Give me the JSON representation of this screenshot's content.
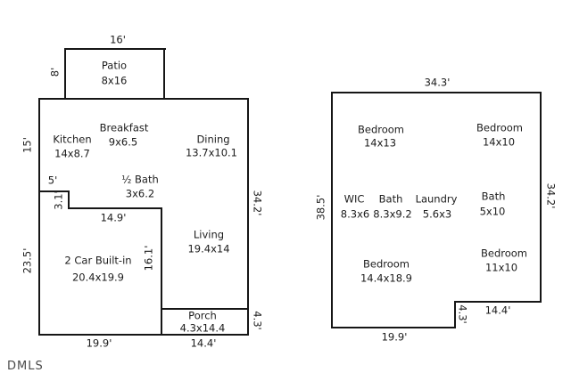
{
  "watermark": "DMLS",
  "first_floor": {
    "rooms": {
      "patio": {
        "name": "Patio",
        "size": "8x16"
      },
      "breakfast": {
        "name": "Breakfast",
        "size": "9x6.5"
      },
      "kitchen": {
        "name": "Kitchen",
        "size": "14x8.7"
      },
      "dining": {
        "name": "Dining",
        "size": "13.7x10.1"
      },
      "half_bath": {
        "name": "½ Bath",
        "size": "3x6.2"
      },
      "garage": {
        "name": "2 Car Built-in",
        "size": "20.4x19.9"
      },
      "living": {
        "name": "Living",
        "size": "19.4x14"
      },
      "porch": {
        "name": "Porch",
        "size": "4.3x14.4"
      }
    },
    "dimensions": {
      "patio_width": "16'",
      "patio_height": "8'",
      "kitchen_side": "15'",
      "notch_width": "5'",
      "notch_height": "3.1'",
      "garage_top": "14.9'",
      "garage_side": "23.5'",
      "interior_wall": "16.1'",
      "right_side": "34.2'",
      "porch_side": "4.3'",
      "bottom_left": "19.9'",
      "bottom_right": "14.4'"
    }
  },
  "second_floor": {
    "rooms": {
      "bedroom_1": {
        "name": "Bedroom",
        "size": "14x13"
      },
      "bedroom_2": {
        "name": "Bedroom",
        "size": "14x10"
      },
      "wic": {
        "name": "WIC",
        "size": "8.3x6"
      },
      "bath_1": {
        "name": "Bath",
        "size": "8.3x9.2"
      },
      "laundry": {
        "name": "Laundry",
        "size": "5.6x3"
      },
      "bath_2": {
        "name": "Bath",
        "size": "5x10"
      },
      "bedroom_3": {
        "name": "Bedroom",
        "size": "14.4x18.9"
      },
      "bedroom_4": {
        "name": "Bedroom",
        "size": "11x10"
      }
    },
    "dimensions": {
      "top": "34.3'",
      "left_side": "38.5'",
      "right_side": "34.2'",
      "step_height": "4.3'",
      "step_width": "14.4'",
      "bottom": "19.9'"
    }
  },
  "colors": {
    "background": "#ffffff",
    "wall": "#161616",
    "text": "#1c1c1c",
    "watermark": "#4a4a4a"
  }
}
